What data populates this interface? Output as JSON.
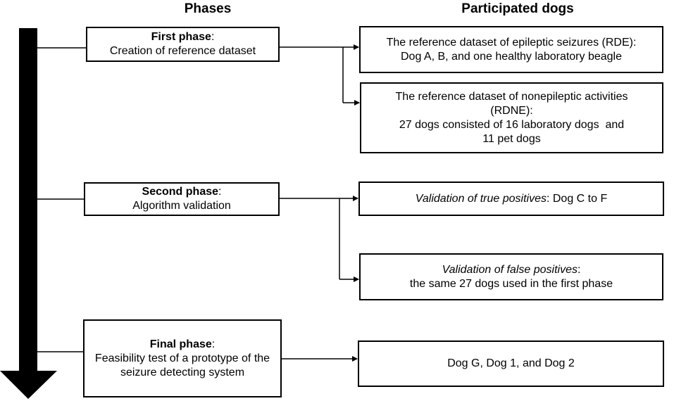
{
  "headers": {
    "phases": "Phases",
    "participated_dogs": "Participated dogs"
  },
  "phases": [
    {
      "title": "First phase",
      "title_suffix": ":",
      "description_lines": [
        "Creation of reference dataset"
      ]
    },
    {
      "title": "Second phase",
      "title_suffix": ":",
      "description_lines": [
        "Algorithm validation"
      ]
    },
    {
      "title": "Final phase",
      "title_suffix": ":",
      "description_lines": [
        "Feasibility test of a prototype of the",
        "seizure detecting system"
      ]
    }
  ],
  "dogs": {
    "rde": {
      "lines": [
        "The reference dataset of epileptic seizures (RDE):",
        "Dog A, B, and one healthy laboratory beagle"
      ]
    },
    "rdne": {
      "lines": [
        "The reference dataset of nonepileptic activities",
        "(RDNE):",
        "27 dogs consisted of 16 laboratory dogs  and",
        "11 pet dogs"
      ]
    },
    "true_positives": {
      "italic": "Validation of true positives",
      "rest": ": Dog C to F"
    },
    "false_positives": {
      "italic": "Validation of false positives",
      "rest": ":",
      "line2": "the same 27 dogs used in the first phase"
    },
    "final": {
      "lines": [
        "Dog G, Dog 1, and Dog 2"
      ]
    }
  }
}
